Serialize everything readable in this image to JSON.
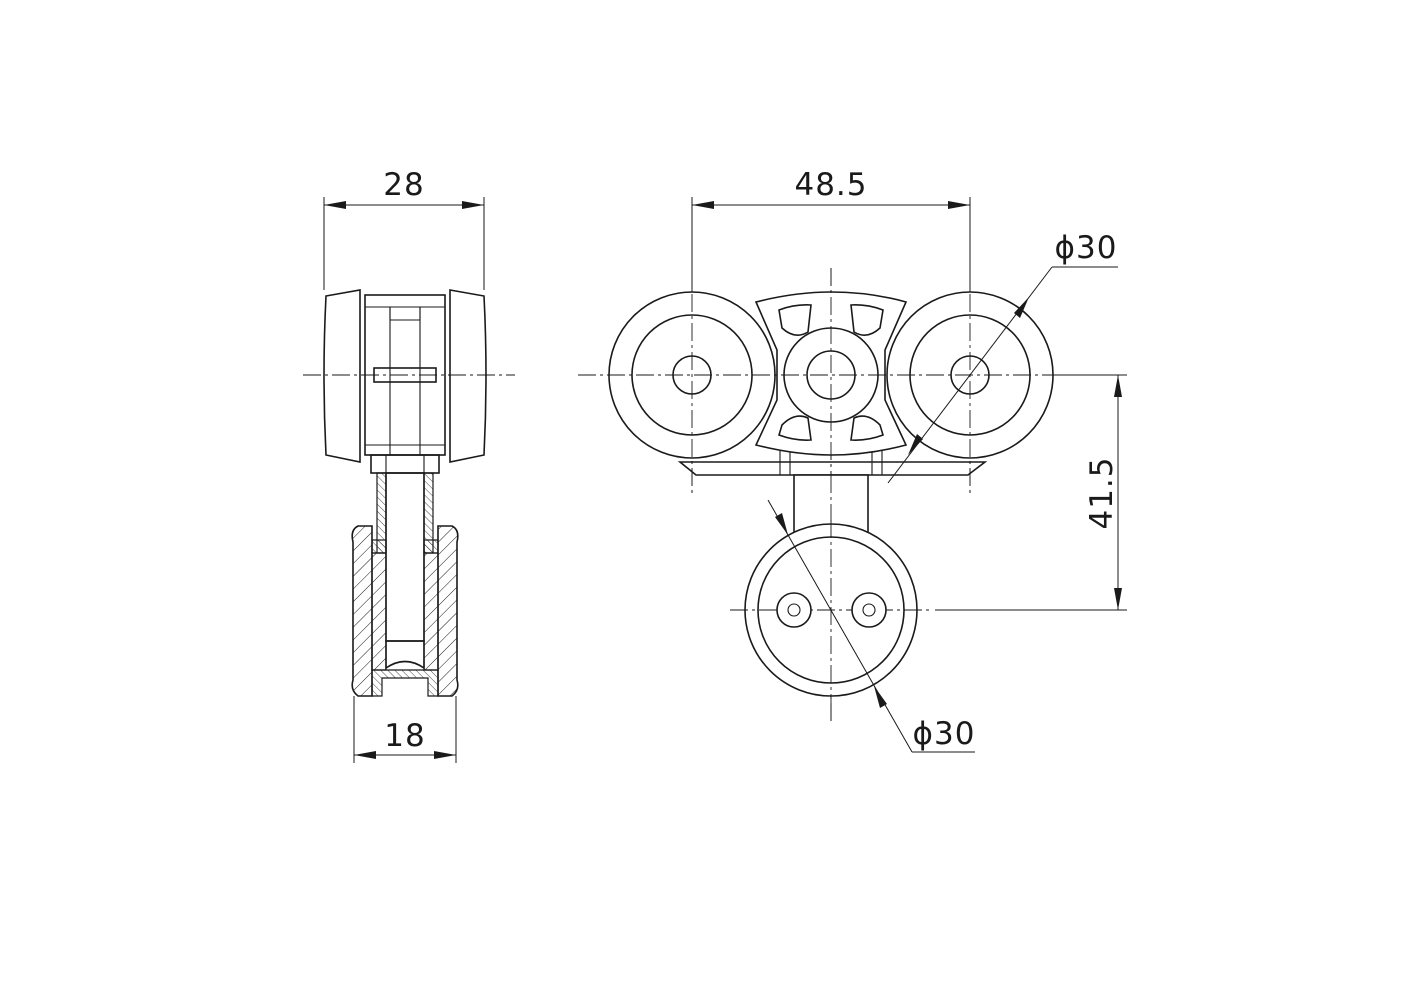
{
  "dimensions": {
    "side_width": "28",
    "side_bottom_width": "18",
    "center_distance": "48.5",
    "height": "41.5",
    "upper_wheel_diameter": "ϕ30",
    "lower_wheel_diameter": "ϕ30"
  }
}
